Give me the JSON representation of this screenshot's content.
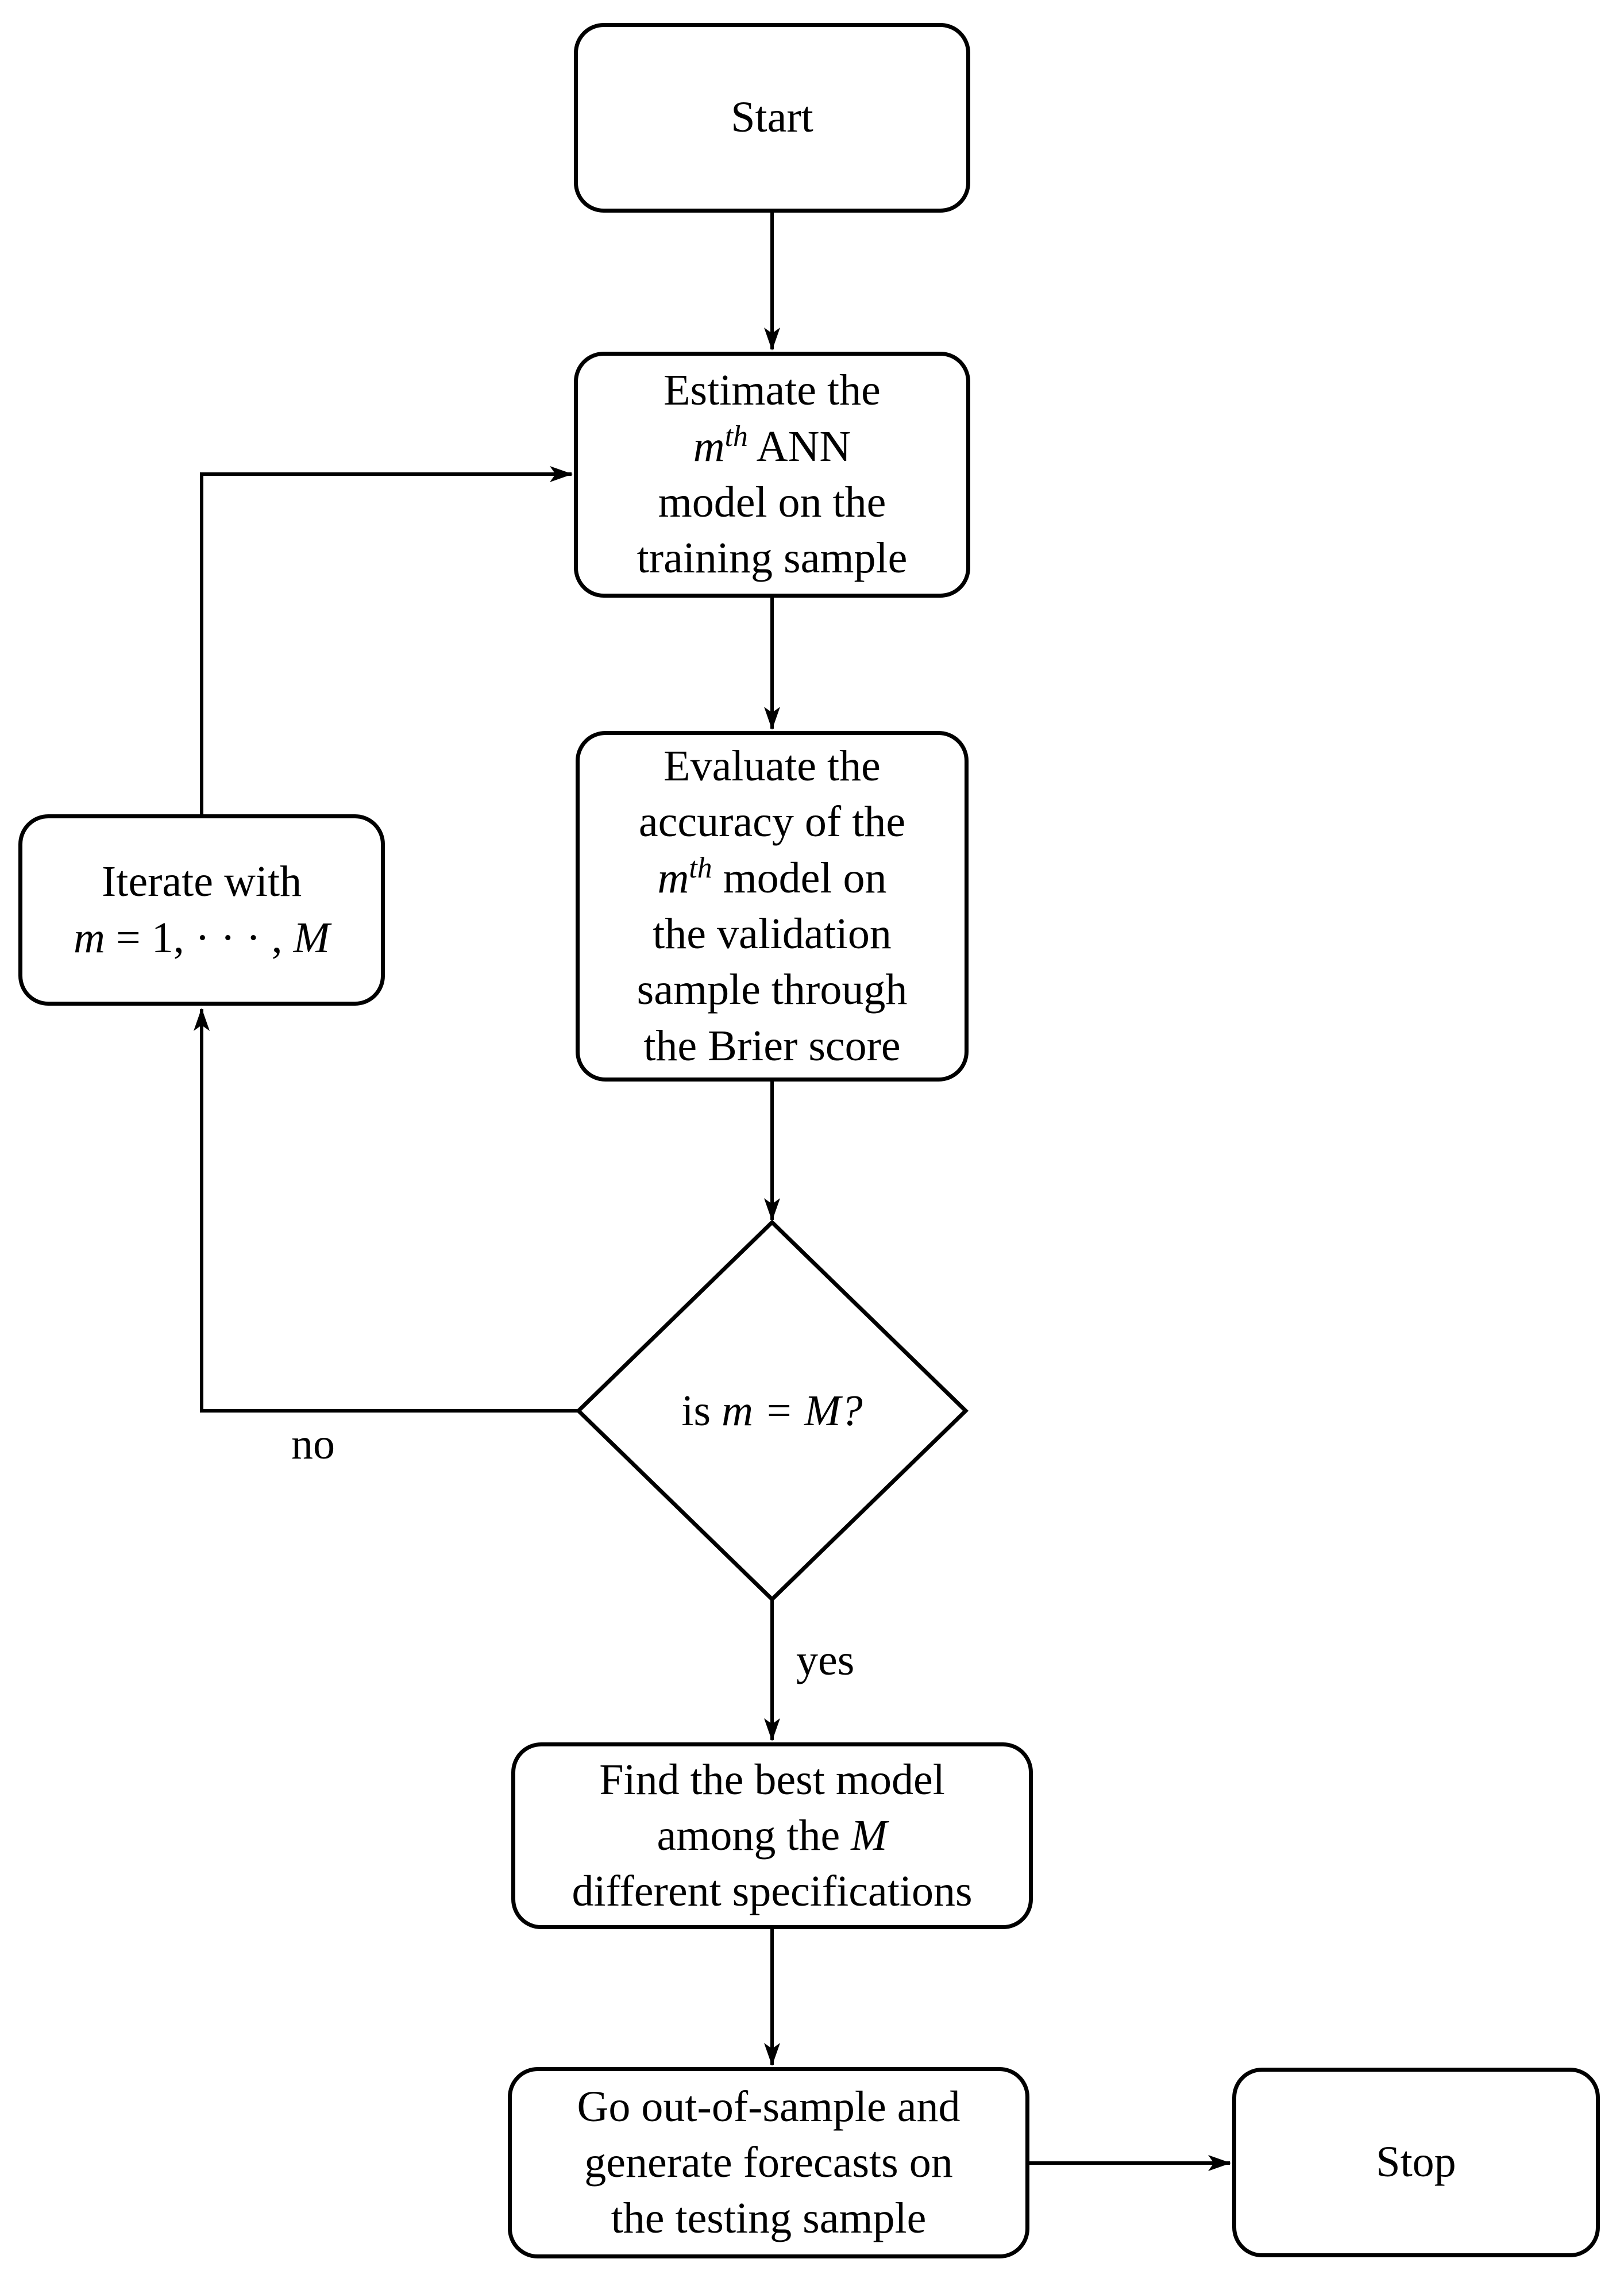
{
  "colors": {
    "background": "#ffffff",
    "stroke": "#000000",
    "text": "#000000"
  },
  "nodes": {
    "start": {
      "label": "Start"
    },
    "estimate": {
      "line1": "Estimate the",
      "var": "m",
      "sup": "th",
      "line2_rest": "ANN",
      "line3": "model on the",
      "line4": "training sample"
    },
    "evaluate": {
      "line1": "Evaluate the",
      "line2": "accuracy of the",
      "var": "m",
      "sup": "th",
      "line3_rest": "model on",
      "line4": "the validation",
      "line5": "sample through",
      "line6": "the Brier score"
    },
    "iterate": {
      "line1": "Iterate with",
      "var1": "m",
      "mid": " = 1, · · · , ",
      "var2": "M"
    },
    "decision": {
      "prefix": "is",
      "math": "m = M?"
    },
    "find": {
      "line1": "Find the best model",
      "line2_prefix": "among the",
      "line2_var": "M",
      "line3": "different specifications"
    },
    "go": {
      "line1": "Go out-of-sample and",
      "line2": "generate forecasts on",
      "line3": "the testing sample"
    },
    "stop": {
      "label": "Stop"
    }
  },
  "edge_labels": {
    "no": "no",
    "yes": "yes"
  }
}
